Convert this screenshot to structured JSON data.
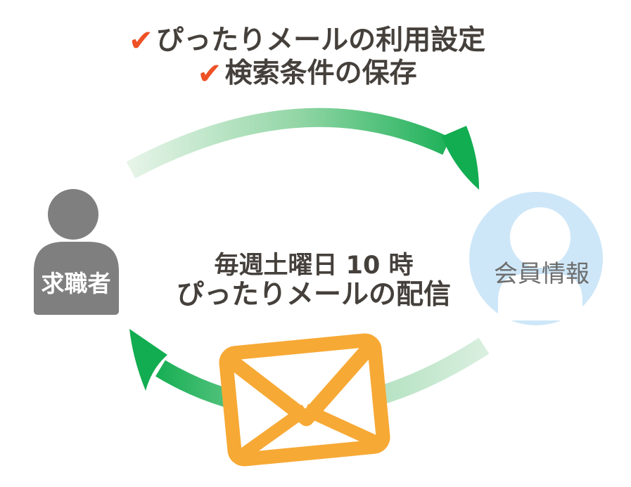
{
  "title_checklist": {
    "items": [
      {
        "check": "✔",
        "label": "ぴったりメールの利用設定"
      },
      {
        "check": "✔",
        "label": "検索条件の保存"
      }
    ]
  },
  "cycle": {
    "center_caption": {
      "line1": "毎週土曜日 10 時",
      "line2": "ぴったりメールの配信"
    }
  },
  "actors": {
    "job_seeker": {
      "label": "求職者"
    },
    "member_info": {
      "label": "会員情報"
    }
  },
  "icons": {
    "check_icon": "✔",
    "envelope_icon": "envelope-outline",
    "job_seeker_icon": "person-silhouette",
    "member_info_icon": "person-in-circle"
  },
  "colors": {
    "text_dark": "#45403B",
    "check_orange": "#EE5126",
    "arrow_green_dark": "#12AD51",
    "arrow_green_mid": "#93D6A6",
    "arrow_green_pale": "#E3F3E6",
    "envelope_orange": "#F7A935",
    "person_gray": "#7F7F7F",
    "member_circle_blue": "#CEE7F8",
    "member_label_gray": "#6E6E6E"
  }
}
